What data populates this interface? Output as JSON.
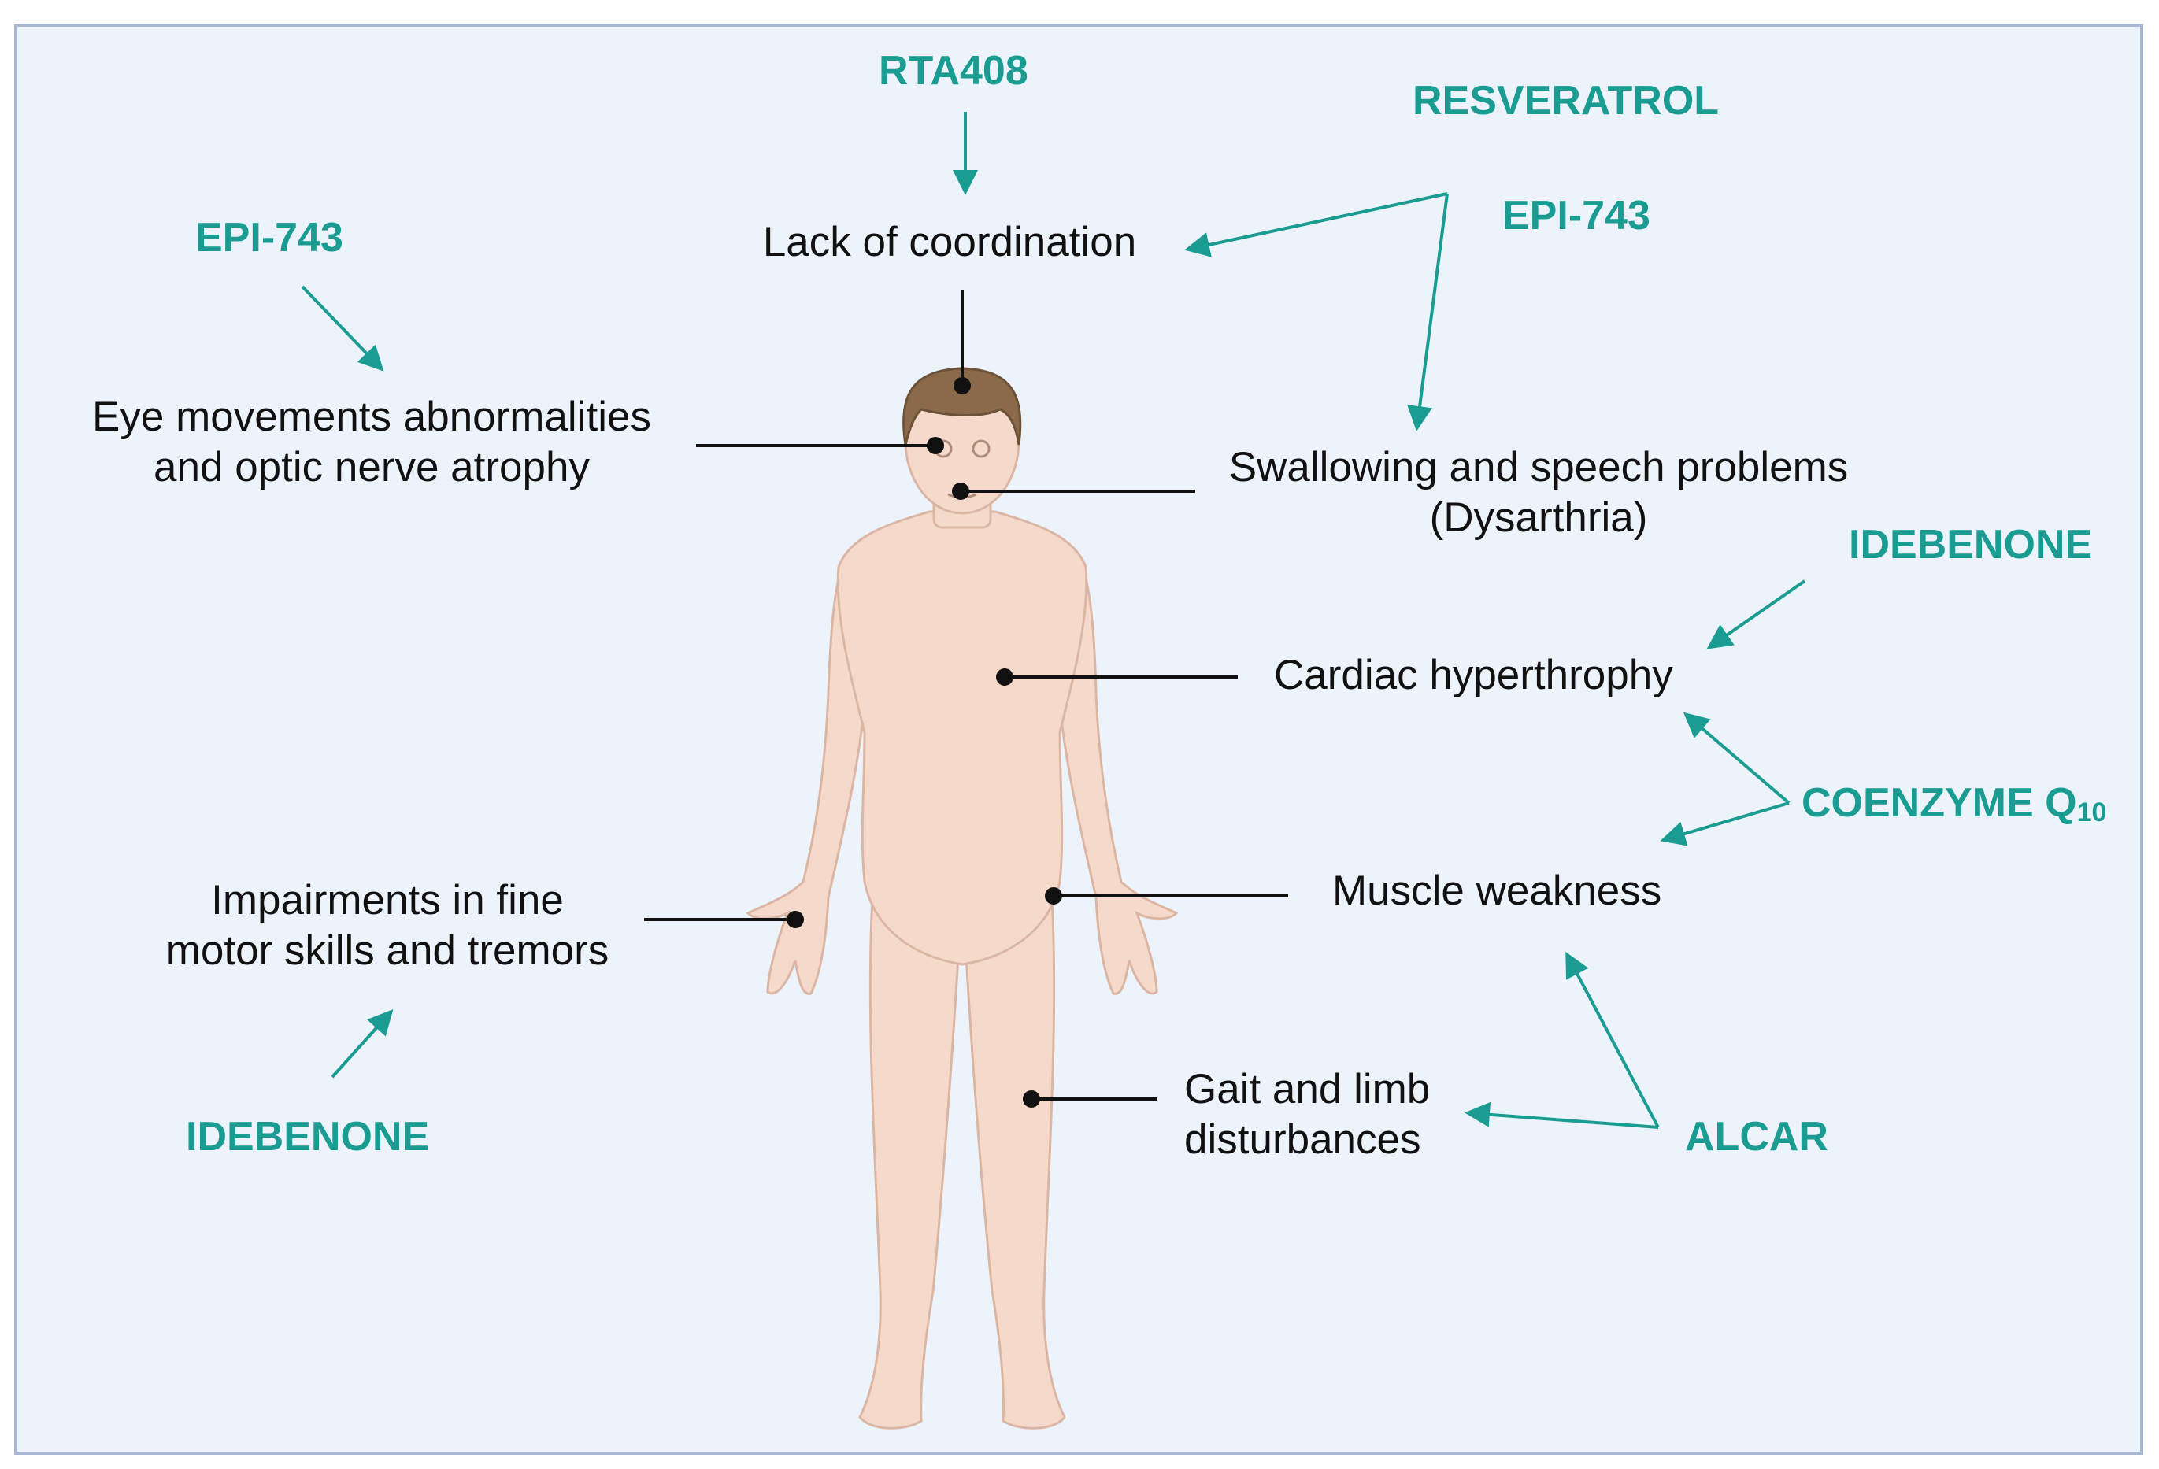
{
  "colors": {
    "drug": "#1a9c92",
    "leader": "#111111",
    "background": "#ecf3fb",
    "border": "#a9b8d0",
    "skin": "#f5d9cb"
  },
  "symptoms": {
    "coordination": "Lack of coordination",
    "eye_line1": "Eye movements abnormalities",
    "eye_line2": "and optic nerve atrophy",
    "swallow_line1": "Swallowing and speech problems",
    "swallow_line2": "(Dysarthria)",
    "cardiac": "Cardiac hyperthrophy",
    "muscle": "Muscle weakness",
    "fine_line1": "Impairments in fine",
    "fine_line2": "motor skills and tremors",
    "gait_line1": "Gait and limb",
    "gait_line2": "disturbances"
  },
  "drugs": {
    "rta408": "RTA408",
    "resveratrol": "RESVERATROL",
    "epi743_right": "EPI-743",
    "epi743_left": "EPI-743",
    "idebenone_right": "IDEBENONE",
    "coenzyme": "COENZYME Q",
    "coenzyme_sub": "10",
    "idebenone_left": "IDEBENONE",
    "alcar": "ALCAR"
  }
}
